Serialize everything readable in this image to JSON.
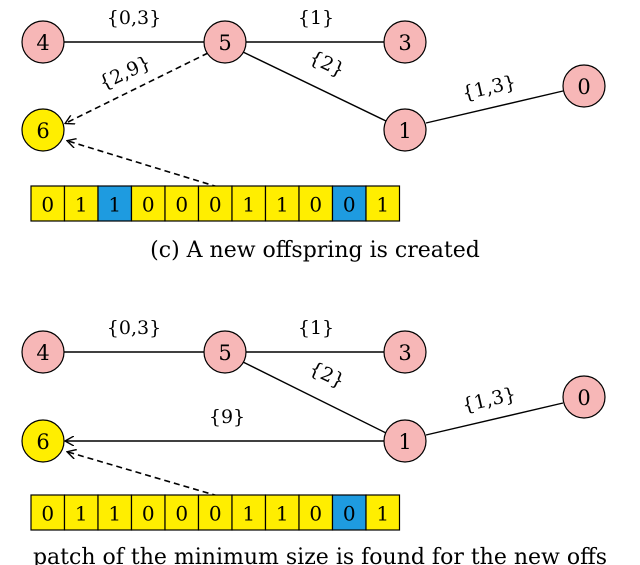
{
  "colors": {
    "pink_node": "#f7b7b7",
    "yellow_node": "#ffee00",
    "bit_yellow": "#ffee00",
    "bit_blue": "#1e9be0"
  },
  "panel_c": {
    "nodes": [
      {
        "id": "4",
        "label": "4"
      },
      {
        "id": "5",
        "label": "5"
      },
      {
        "id": "3",
        "label": "3"
      },
      {
        "id": "0",
        "label": "0"
      },
      {
        "id": "1",
        "label": "1"
      },
      {
        "id": "6",
        "label": "6"
      }
    ],
    "edge_labels": {
      "e45": "{0,3}",
      "e53": "{1}",
      "e51": "{2}",
      "e10": "{1,3}",
      "e56": "{2,9}"
    },
    "bits": [
      "0",
      "1",
      "1",
      "0",
      "0",
      "0",
      "1",
      "1",
      "0",
      "0",
      "1"
    ],
    "bit_highlight": [
      false,
      false,
      true,
      false,
      false,
      false,
      false,
      false,
      false,
      true,
      false
    ],
    "caption": "(c) A new offspring is created"
  },
  "panel_d": {
    "nodes": [
      {
        "id": "4",
        "label": "4"
      },
      {
        "id": "5",
        "label": "5"
      },
      {
        "id": "3",
        "label": "3"
      },
      {
        "id": "0",
        "label": "0"
      },
      {
        "id": "1",
        "label": "1"
      },
      {
        "id": "6",
        "label": "6"
      }
    ],
    "edge_labels": {
      "e45": "{0,3}",
      "e53": "{1}",
      "e51": "{2}",
      "e10": "{1,3}",
      "e16": "{9}"
    },
    "bits": [
      "0",
      "1",
      "1",
      "0",
      "0",
      "0",
      "1",
      "1",
      "0",
      "0",
      "1"
    ],
    "bit_highlight": [
      false,
      false,
      false,
      false,
      false,
      false,
      false,
      false,
      false,
      true,
      false
    ],
    "caption": "patch of the minimum size is found for the new offs"
  }
}
